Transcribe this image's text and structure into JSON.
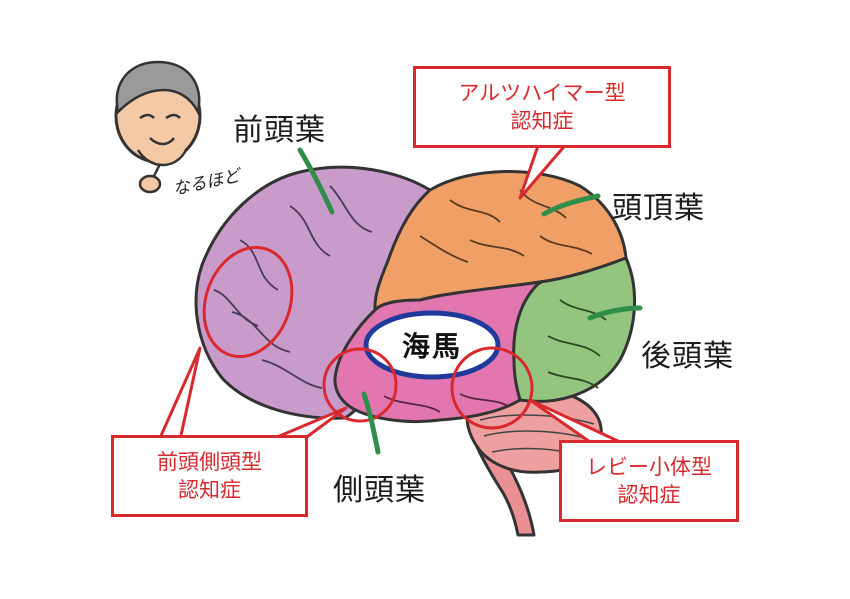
{
  "lobes": {
    "frontal": "前頭葉",
    "parietal": "頭頂葉",
    "occipital": "後頭葉",
    "temporal": "側頭葉"
  },
  "hippocampus": "海馬",
  "callouts": {
    "alzheimer": {
      "line1": "アルツハイマー型",
      "line2": "認知症"
    },
    "ftd": {
      "line1": "前頭側頭型",
      "line2": "認知症"
    },
    "lewy": {
      "line1": "レビー小体型",
      "line2": "認知症"
    }
  },
  "character_speech": "なるほど",
  "colors": {
    "frontal": "#c99bcb",
    "parietal": "#f0a066",
    "occipital": "#93c57e",
    "temporal": "#e277b0",
    "cerebellum": "#ee9f9f",
    "brainstem": "#ea8f93",
    "highlight": "#d82a2e",
    "hippocampus_ring": "#1f3a9a",
    "leader": "#2f8e4a"
  }
}
